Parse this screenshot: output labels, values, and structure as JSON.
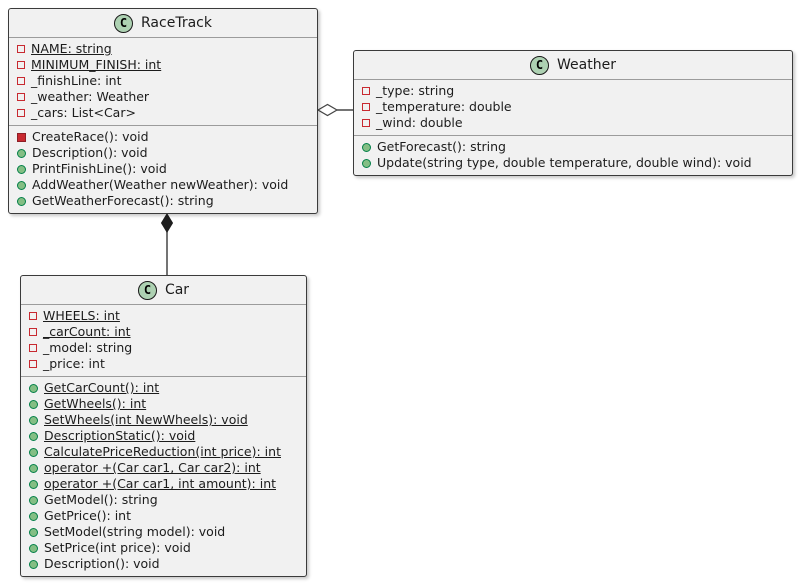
{
  "diagram": {
    "type": "uml-class-diagram",
    "colors": {
      "box_fill": "#F1F1F1",
      "box_border": "#3b3b3b",
      "text": "#1c1c1c",
      "class_icon_fill": "#ADD1B2",
      "class_icon_border": "#181818",
      "private_field_icon": "#C82930",
      "public_method_fill": "#84BE84",
      "public_method_border": "#038048",
      "private_method_fill": "#C82930"
    },
    "classes": [
      {
        "id": "racetrack",
        "stereotype_letter": "C",
        "name": "RaceTrack",
        "fields": [
          {
            "label": "NAME: string",
            "visibility": "private",
            "static": true
          },
          {
            "label": "MINIMUM_FINISH: int",
            "visibility": "private",
            "static": true
          },
          {
            "label": "_finishLine: int",
            "visibility": "private",
            "static": false
          },
          {
            "label": "_weather: Weather",
            "visibility": "private",
            "static": false
          },
          {
            "label": "_cars: List<Car>",
            "visibility": "private",
            "static": false
          }
        ],
        "methods": [
          {
            "label": "CreateRace(): void",
            "visibility": "private",
            "static": false
          },
          {
            "label": "Description(): void",
            "visibility": "public",
            "static": false
          },
          {
            "label": "PrintFinishLine(): void",
            "visibility": "public",
            "static": false
          },
          {
            "label": "AddWeather(Weather newWeather): void",
            "visibility": "public",
            "static": false
          },
          {
            "label": "GetWeatherForecast(): string",
            "visibility": "public",
            "static": false
          }
        ]
      },
      {
        "id": "weather",
        "stereotype_letter": "C",
        "name": "Weather",
        "fields": [
          {
            "label": "_type: string",
            "visibility": "private",
            "static": false
          },
          {
            "label": "_temperature: double",
            "visibility": "private",
            "static": false
          },
          {
            "label": "_wind: double",
            "visibility": "private",
            "static": false
          }
        ],
        "methods": [
          {
            "label": "GetForecast(): string",
            "visibility": "public",
            "static": false
          },
          {
            "label": "Update(string type, double temperature, double wind): void",
            "visibility": "public",
            "static": false
          }
        ]
      },
      {
        "id": "car",
        "stereotype_letter": "C",
        "name": "Car",
        "fields": [
          {
            "label": "WHEELS: int",
            "visibility": "private",
            "static": true
          },
          {
            "label": "_carCount: int",
            "visibility": "private",
            "static": true
          },
          {
            "label": "_model: string",
            "visibility": "private",
            "static": false
          },
          {
            "label": "_price: int",
            "visibility": "private",
            "static": false
          }
        ],
        "methods": [
          {
            "label": "GetCarCount(): int",
            "visibility": "public",
            "static": true
          },
          {
            "label": "GetWheels(): int",
            "visibility": "public",
            "static": true
          },
          {
            "label": "SetWheels(int NewWheels): void",
            "visibility": "public",
            "static": true
          },
          {
            "label": "DescriptionStatic(): void",
            "visibility": "public",
            "static": true
          },
          {
            "label": "CalculatePriceReduction(int price): int",
            "visibility": "public",
            "static": true
          },
          {
            "label": "operator +(Car car1, Car car2): int",
            "visibility": "public",
            "static": true
          },
          {
            "label": "operator +(Car car1, int amount): int",
            "visibility": "public",
            "static": true
          },
          {
            "label": "GetModel(): string",
            "visibility": "public",
            "static": false
          },
          {
            "label": "GetPrice(): int",
            "visibility": "public",
            "static": false
          },
          {
            "label": "SetModel(string model): void",
            "visibility": "public",
            "static": false
          },
          {
            "label": "SetPrice(int price): void",
            "visibility": "public",
            "static": false
          },
          {
            "label": "Description(): void",
            "visibility": "public",
            "static": false
          }
        ]
      }
    ],
    "relations": [
      {
        "from": "RaceTrack",
        "to": "Weather",
        "type": "aggregation"
      },
      {
        "from": "RaceTrack",
        "to": "Car",
        "type": "composition"
      }
    ]
  }
}
